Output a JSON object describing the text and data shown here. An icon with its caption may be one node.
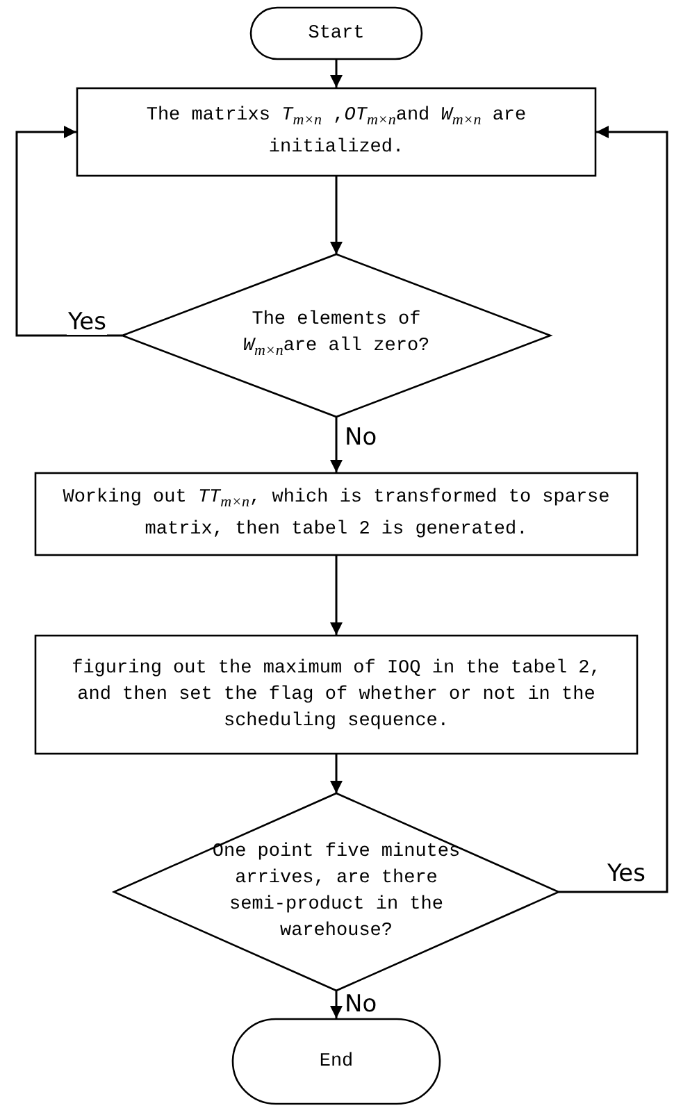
{
  "diagram": {
    "nodes": [
      {
        "text": [
          "Start"
        ]
      },
      {
        "text": [
          "The matrixs *T*$_{m×n}$ ,*OT*$_{m×n}$and *W*$_{m×n}$ are initialized."
        ]
      },
      {
        "text": [
          "The elements of *W*$_{m×n}$are all zero?"
        ]
      },
      {
        "text": [
          "Working out *TT*$_{m×n}$, which is transformed to sparse matrix, then tabel 2 is generated."
        ]
      },
      {
        "text": [
          "figuring out the maximum of IOQ in the tabel 2, and then set the flag of whether or not in the scheduling sequence."
        ]
      },
      {
        "text": [
          "One point five minutes arrives, are there semi-product in the warehouse?"
        ]
      },
      {
        "text": [
          "End"
        ]
      }
    ],
    "edges": [
      {
        "from": 0,
        "to": 1,
        "arrow": "to"
      },
      {
        "from": 1,
        "to": 2,
        "arrow": "to"
      },
      {
        "from": 2,
        "to": 1,
        "arrow": "to",
        "label": "Yes"
      },
      {
        "from": 2,
        "to": 3,
        "arrow": "to",
        "label": "No"
      },
      {
        "from": 3,
        "to": 4,
        "arrow": "to"
      },
      {
        "from": 4,
        "to": 5,
        "arrow": "to"
      },
      {
        "from": 5,
        "to": 1,
        "arrow": "to",
        "label": "Yes"
      },
      {
        "from": 5,
        "to": 6,
        "arrow": "to",
        "label": "No"
      }
    ]
  }
}
